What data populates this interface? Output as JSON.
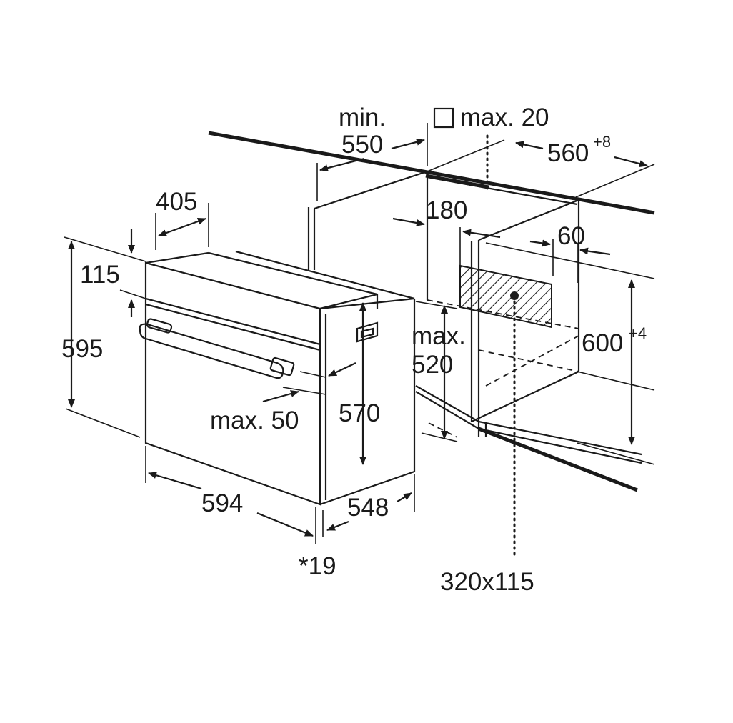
{
  "diagram": {
    "labels": {
      "min": "min.",
      "d550": "550",
      "max20": "max. 20",
      "d560": "560",
      "d560_tol": "+8",
      "d405": "405",
      "d180": "180",
      "d60": "60",
      "d115": "115",
      "d595": "595",
      "d600": "600",
      "d600_tol": "+4",
      "max_a": "max.",
      "d520": "520",
      "max50": "max. 50",
      "d570": "570",
      "d594": "594",
      "d548": "548",
      "star19": "*19",
      "vent": "320x115"
    },
    "icons": [
      "square-symbol-icon",
      "hatched-vent-icon"
    ]
  }
}
